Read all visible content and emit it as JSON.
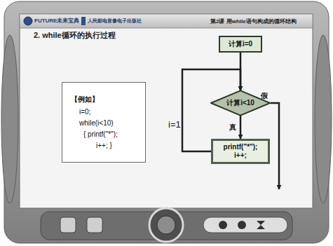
{
  "diagram": {
    "title": "2. while循环的执行过程",
    "nodes": [
      {
        "text": [
          "【例如】",
          "i=0;",
          "while(i<10)",
          "{ printf(\"*\");",
          "i++; }"
        ]
      },
      {
        "text": [
          "计算i=0"
        ]
      },
      {
        "text": [
          "计算i<10"
        ]
      },
      {
        "text": [
          "printf(\"*\");",
          "i++;"
        ]
      }
    ],
    "edges": [
      {
        "from": 1,
        "to": 2,
        "arrow": "to"
      },
      {
        "from": 2,
        "to": 3,
        "label": "真",
        "arrow": "to"
      },
      {
        "from": 3,
        "to": 2,
        "arrow": "to"
      }
    ],
    "labels": [
      "第2课 用while语句构成的循环结构",
      "i=1",
      "假",
      "FUTURE未来宝典",
      "人民邮电音像电子出版社"
    ]
  }
}
